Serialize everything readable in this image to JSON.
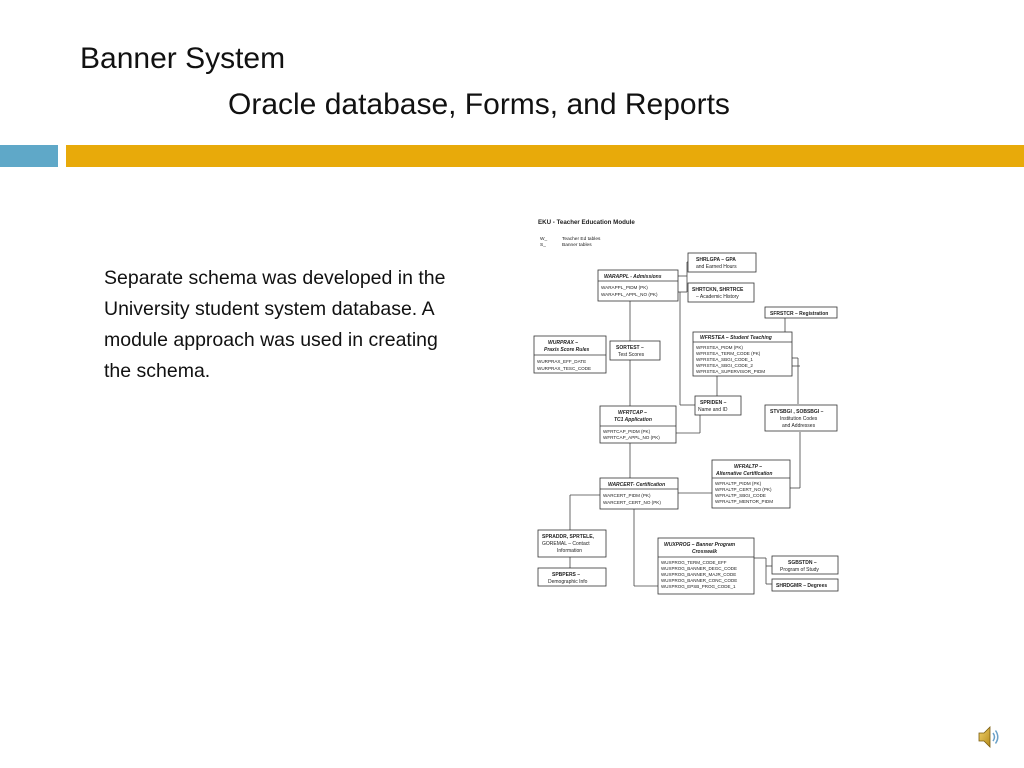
{
  "slide": {
    "title_line1": "Banner System",
    "title_line2": "Oracle database, Forms, and Reports",
    "body": "Separate schema was developed in the University student system database. A module approach was used in creating the schema."
  },
  "diagram": {
    "heading": "EKU - Teacher Education Module",
    "legend": [
      {
        "key": "W_",
        "text": "Teacher Ed tables"
      },
      {
        "key": "S_",
        "text": "Banner tables"
      }
    ],
    "boxes": {
      "shrlgpa": {
        "l1": "SHRLGPA – GPA",
        "l2": "and Earned Hours"
      },
      "warappl": {
        "title": "WARAPPL - Admissions",
        "f1": "WARAPPL_PIDM (PK)",
        "f2": "WARAPPL_APPL_NO (PK)"
      },
      "shrtckn": {
        "l1": "SHRTCKN, SHRTRCE",
        "l2": "– Academic History"
      },
      "sfrstcr": {
        "l1": "SFRSTCR – Registration"
      },
      "wurprax": {
        "t1": "WURPRAX –",
        "t2": "Praxis Score Rules",
        "f1": "WURPRAX_EFF_DATE",
        "f2": "WURPRAX_TESC_CODE"
      },
      "sortest": {
        "l1": "SORTEST –",
        "l2": "Test Scores"
      },
      "wfrstea": {
        "title": "WFRSTEA – Student Teaching",
        "f1": "WFRSTEA_PIDM (PK)",
        "f2": "WFRSTEA_TERM_CODE (PK)",
        "f3": "WFRSTEA_SBGI_CODE_1",
        "f4": "WFRSTEA_SBGI_CODE_2",
        "f5": "WFRSTEA_SUPERVISOR_PIDM"
      },
      "spriden": {
        "l1": "SPRIDEN –",
        "l2": "Name and ID"
      },
      "wfrtcap": {
        "t1": "WFRTCAP –",
        "t2": "TC1 Application",
        "f1": "WFRTCAP_PIDM (PK)",
        "f2": "WFRTCAP_APPL_NO (PK)"
      },
      "stvsbgi": {
        "l1": "STVSBGI , SOBSBGI –",
        "l2": "Institution Codes",
        "l3": "and Addresses"
      },
      "wfraltp": {
        "t1": "WFRALTP –",
        "t2": "Alternative Certification",
        "f1": "WFRALTP_PIDM (PK)",
        "f2": "WFRALTP_CERT_NO (PK)",
        "f3": "WFRALTP_SBGI_CODE",
        "f4": "WFRALTP_MENTOR_PIDM"
      },
      "warcert": {
        "title": "WARCERT- Certification",
        "f1": "WARCERT_PIDM (PK)",
        "f2": "WARCERT_CERT_NO (PK)"
      },
      "spraddr": {
        "l1": "SPRADDR, SPRTELE,",
        "l2": "GOREMAL – Contact",
        "l3": "Information"
      },
      "wuxprog": {
        "t1": "WUXPROG – Banner Program",
        "t2": "Crosswalk",
        "f1": "WUXPROG_TERM_CODE_EFF",
        "f2": "WUXPROG_BANNER_DEGC_CODE",
        "f3": "WUXPROG_BANNER_MAJR_CODE",
        "f4": "WUXPROG_BANNER_CONC_CODE",
        "f5": "WUXPROG_EPSB_PROG_CODE_1"
      },
      "sgbstdn": {
        "l1": "SGBSTDN –",
        "l2": "Program of Study"
      },
      "spbpers": {
        "l1": "SPBPERS –",
        "l2": "Demographic Info"
      },
      "shrdgmr": {
        "l1": "SHRDGMR – Degrees"
      }
    }
  }
}
